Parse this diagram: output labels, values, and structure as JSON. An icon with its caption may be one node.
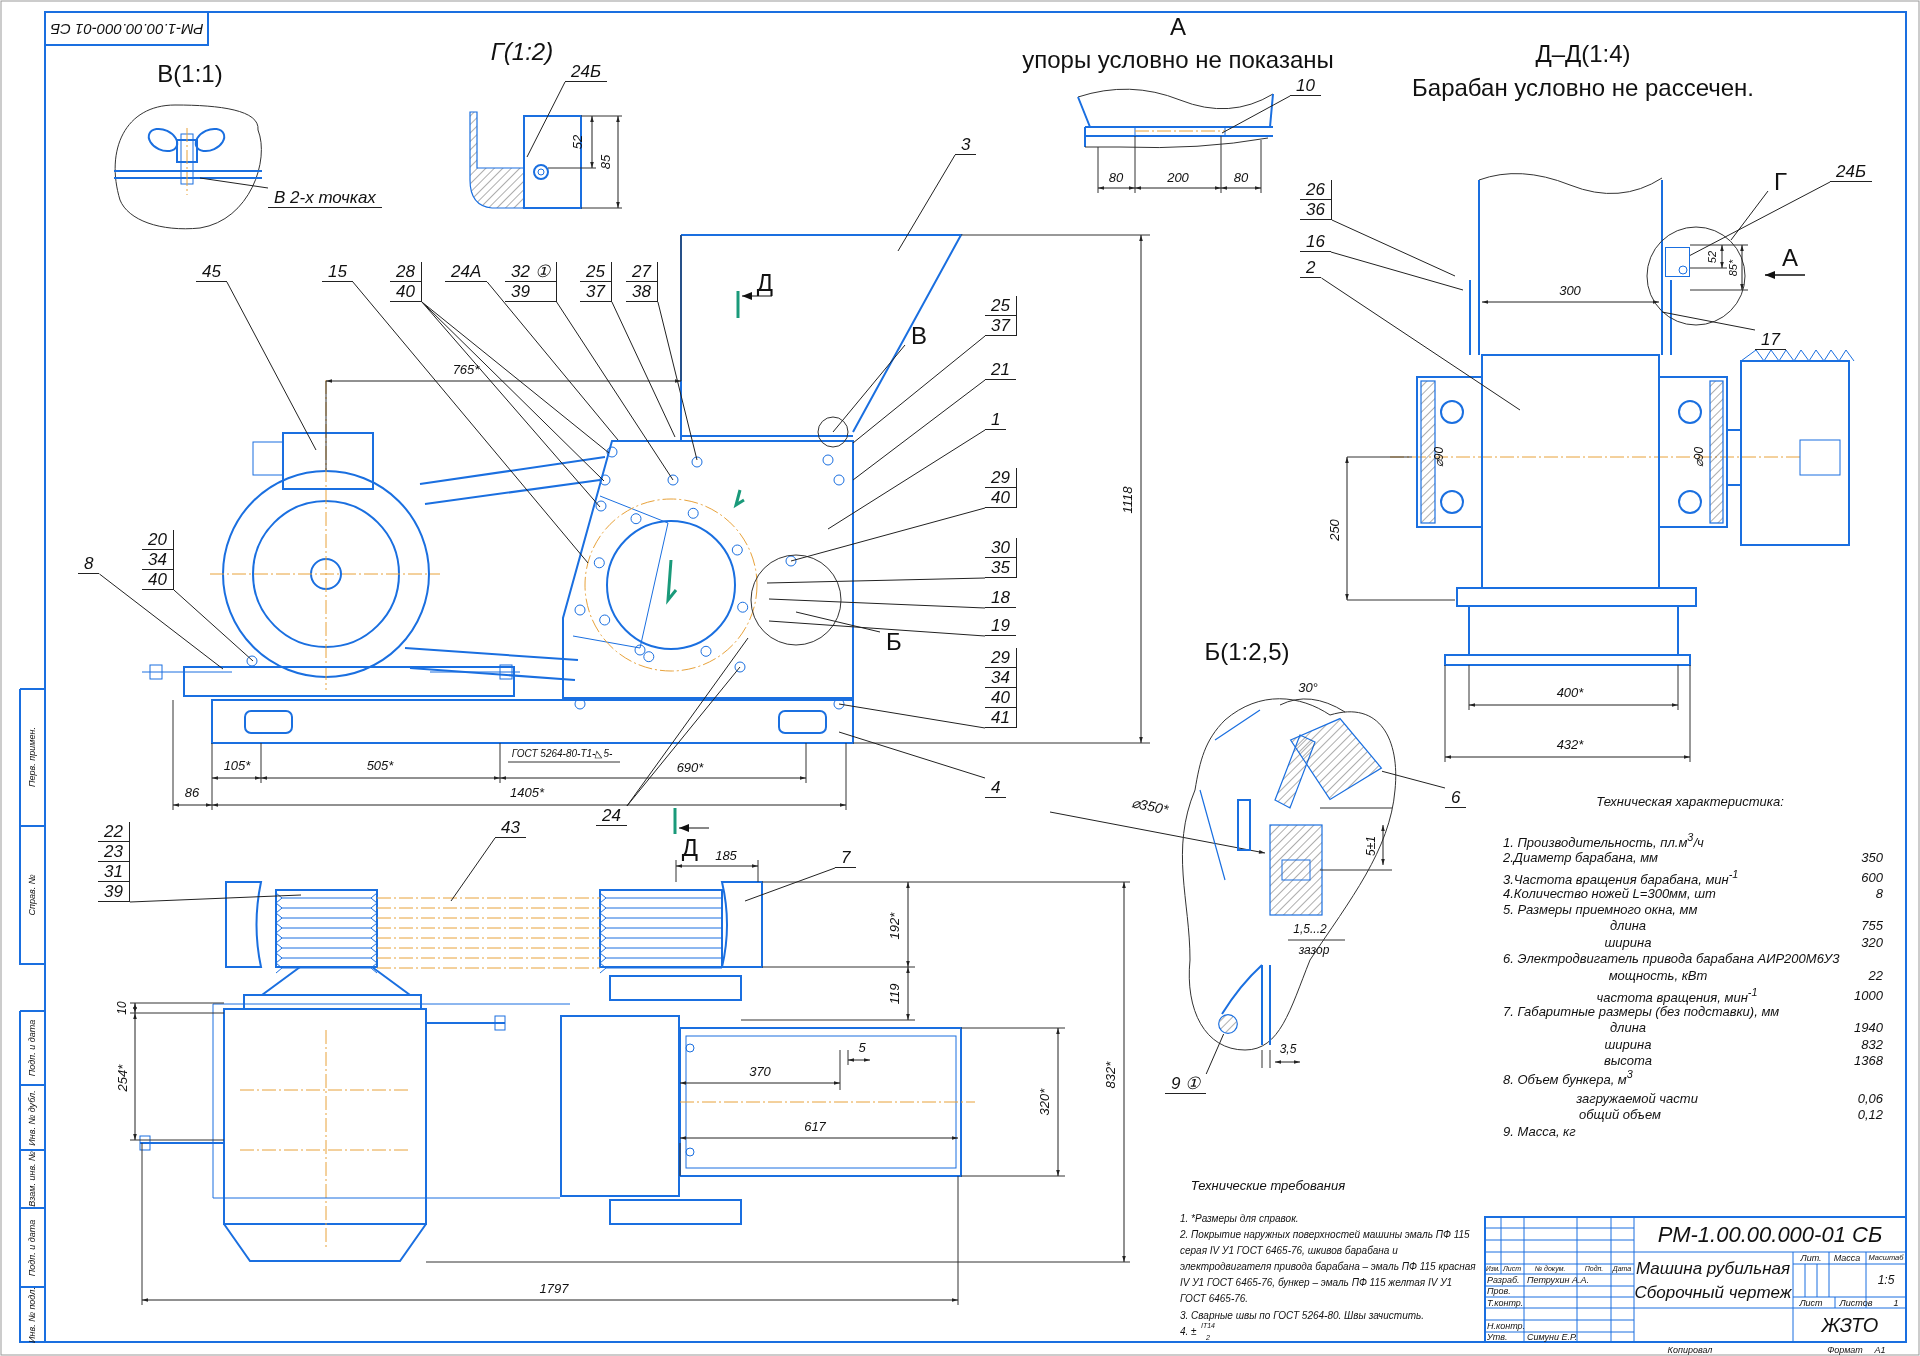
{
  "diagram": {
    "nodes": [
      {
        "text": [
          "В 2-х точках"
        ]
      },
      {
        "text": [
          "24Б"
        ]
      },
      {
        "text": [
          "10"
        ]
      },
      {
        "text": [
          "26",
          "36"
        ]
      },
      {
        "text": [
          "16"
        ]
      },
      {
        "text": [
          "2"
        ]
      },
      {
        "text": [
          "24Б"
        ]
      },
      {
        "text": [
          "Г"
        ]
      },
      {
        "text": [
          "17"
        ]
      },
      {
        "text": [
          "3"
        ]
      },
      {
        "text": [
          "45"
        ]
      },
      {
        "text": [
          "15"
        ]
      },
      {
        "text": [
          "28",
          "40"
        ]
      },
      {
        "text": [
          "24А"
        ]
      },
      {
        "text": [
          "32 ①",
          "39"
        ]
      },
      {
        "text": [
          "25",
          "37"
        ]
      },
      {
        "text": [
          "27",
          "38"
        ]
      },
      {
        "text": [
          "25",
          "37"
        ]
      },
      {
        "text": [
          "В"
        ]
      },
      {
        "text": [
          "21"
        ]
      },
      {
        "text": [
          "1"
        ]
      },
      {
        "text": [
          "29",
          "40"
        ]
      },
      {
        "text": [
          "30",
          "35"
        ]
      },
      {
        "text": [
          "18"
        ]
      },
      {
        "text": [
          "19"
        ]
      },
      {
        "text": [
          "Б"
        ]
      },
      {
        "text": [
          "29",
          "34",
          "40",
          "41"
        ]
      },
      {
        "text": [
          "4"
        ]
      },
      {
        "text": [
          "20",
          "34",
          "40"
        ]
      },
      {
        "text": [
          "8"
        ]
      },
      {
        "text": [
          "24"
        ]
      },
      {
        "text": [
          "22",
          "23",
          "31",
          "39"
        ]
      },
      {
        "text": [
          "43"
        ]
      },
      {
        "text": [
          "7"
        ]
      },
      {
        "text": [
          "6"
        ]
      },
      {
        "text": [
          "9 ①"
        ]
      },
      {
        "text": [],
        "shape": "box"
      },
      {
        "text": [],
        "shape": "picture"
      },
      {
        "text": [],
        "shape": "circle"
      }
    ],
    "edges": [
      {
        "from": 0,
        "to": null,
        "arrow": "none"
      },
      {
        "from": 1,
        "to": null,
        "arrow": "none"
      },
      {
        "from": 2,
        "to": null,
        "arrow": "none"
      },
      {
        "from": 3,
        "to": null,
        "arrow": "none"
      },
      {
        "from": 4,
        "to": null,
        "arrow": "none"
      },
      {
        "from": 5,
        "to": null,
        "arrow": "none"
      },
      {
        "from": 6,
        "to": 36,
        "arrow": "none"
      },
      {
        "from": 7,
        "to": null,
        "arrow": "none"
      },
      {
        "from": 8,
        "to": null,
        "arrow": "none"
      },
      {
        "from": 9,
        "to": null,
        "arrow": "none"
      },
      {
        "from": 10,
        "to": null,
        "arrow": "none"
      },
      {
        "from": 11,
        "to": null,
        "arrow": "none"
      },
      {
        "from": 12,
        "to": null,
        "arrow": "none"
      },
      {
        "from": 12,
        "to": null,
        "arrow": "none"
      },
      {
        "from": 12,
        "to": null,
        "arrow": "none"
      },
      {
        "from": 13,
        "to": null,
        "arrow": "none"
      },
      {
        "from": 14,
        "to": null,
        "arrow": "none"
      },
      {
        "from": 15,
        "to": null,
        "arrow": "none"
      },
      {
        "from": 16,
        "to": null,
        "arrow": "none"
      },
      {
        "from": 17,
        "to": null,
        "arrow": "none"
      },
      {
        "from": 18,
        "to": null,
        "arrow": "none"
      },
      {
        "from": 19,
        "to": null,
        "arrow": "none"
      },
      {
        "from": 20,
        "to": null,
        "arrow": "none"
      },
      {
        "from": 21,
        "to": null,
        "arrow": "none"
      },
      {
        "from": 22,
        "to": null,
        "arrow": "none"
      },
      {
        "from": 23,
        "to": null,
        "arrow": "none"
      },
      {
        "from": 24,
        "to": null,
        "arrow": "none"
      },
      {
        "from": 25,
        "to": null,
        "arrow": "none"
      },
      {
        "from": 26,
        "to": null,
        "arrow": "none"
      },
      {
        "from": 27,
        "to": null,
        "arrow": "none"
      },
      {
        "from": 28,
        "to": null,
        "arrow": "none"
      },
      {
        "from": 29,
        "to": null,
        "arrow": "none"
      },
      {
        "from": 30,
        "to": null,
        "arrow": "none"
      },
      {
        "from": 30,
        "to": null,
        "arrow": "none"
      },
      {
        "from": 31,
        "to": null,
        "arrow": "none"
      },
      {
        "from": 32,
        "to": null,
        "arrow": "none"
      },
      {
        "from": 33,
        "to": null,
        "arrow": "none"
      },
      {
        "from": 34,
        "to": 37,
        "arrow": "none"
      },
      {
        "from": 35,
        "to": 38,
        "arrow": "none"
      }
    ],
    "labels": [
      "РМ-1.00.00.000-01 СБ",
      "В(1:1)",
      "Г(1:2)",
      "А",
      "упоры условно не показаны",
      "Д–Д(1:4)",
      "Барабан условно не рассечен.",
      "80",
      "200",
      "80",
      "52",
      "85",
      "765*",
      "1118",
      "ГОСТ 5264-80-Т1-◺5-",
      "105*",
      "505*",
      "690*",
      "86",
      "1405*",
      "Д",
      "Д",
      "185",
      "192*",
      "119",
      "10",
      "254*",
      "370",
      "5",
      "617",
      "320*",
      "832*",
      "1797",
      "300",
      "250",
      "⌀90",
      "⌀90",
      "52",
      "85*",
      "А",
      "400*",
      "432*",
      "Б(1:2,5)",
      "30°",
      "5±1",
      "1,5...2",
      "зазор",
      "3,5",
      "Техническая характеристика:",
      "1. Производительность, пл.м$^{3}$/ч",
      "2.Диаметр барабана, мм",
      "350",
      "3.Частота вращения барабана, мин$^{-1}$",
      "600",
      "4.Количество ножей L=300мм, шт",
      "8",
      "5. Размеры приемного окна, мм",
      "длина",
      "755",
      "ширина",
      "320",
      "6. Электродвигатель привода барабана АИР200М6У3",
      "мощность, кВт",
      "22",
      "частота вращения, мин$^{-1}$",
      "1000",
      "7. Габаритные размеры (без подставки), мм",
      "длина",
      "1940",
      "ширина",
      "832",
      "высота",
      "1368",
      "8. Объем бункера, м$^{3}$",
      "загружаемой части",
      "0,06",
      "общий объем",
      "0,12",
      "9. Масса, кг",
      "Технические требования",
      "1. *Размеры для справок.",
      "2. Покрытие наружных поверхностей машины эмаль ПФ 115 серая IV У1 ГОСТ 6465-76, шкивов барабана и электродвигателя привода барабана – эмаль ПФ 115 красная IV У1 ГОСТ 6465-76, бункер – эмаль ПФ 115 желтая IV У1 ГОСТ 6465-76.",
      "3. Сварные швы по ГОСТ 5264-80. Швы зачистить.",
      "4. ±",
      "IT14",
      "2",
      "Изм.",
      "Лист",
      "№ докум.",
      "Подп.",
      "Дата",
      "Разраб.",
      "Петрухин А.А.",
      "Пров.",
      "Т.контр.",
      "Н.контр.",
      "Утв.",
      "Симуни Е.Р.",
      "РМ-1.00.00.000-01 СБ",
      "Машина рубильная Сборочный чертеж",
      "Лит.",
      "Масса",
      "Масштаб",
      "1:5",
      "Лист",
      "Листов",
      "1",
      "ЖЗТО",
      "Копировал",
      "Формат",
      "A1",
      "Перв. примен.",
      "Справ. №",
      "Подп. и дата",
      "Инв. № дубл.",
      "Взам. инв. №",
      "Подп. и дата",
      "Инв. № подл.",
      "⌀350*"
    ]
  }
}
